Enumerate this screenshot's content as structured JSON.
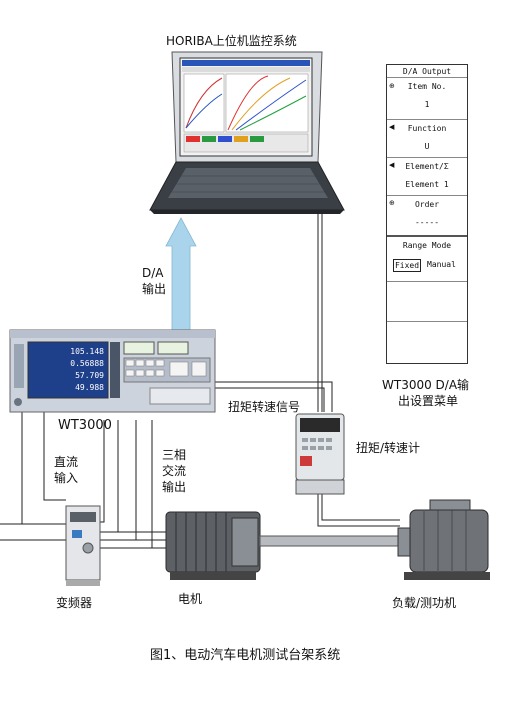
{
  "labels": {
    "pc_title": "HORIBA上位机监控系统",
    "da_line1": "D/A",
    "da_line2": "输出",
    "wt3000": "WT3000",
    "dc_line1": "直流",
    "dc_line2": "输入",
    "three_phase_line1": "三相",
    "three_phase_line2": "交流",
    "three_phase_line3": "输出",
    "torque_signal": "扭矩转速信号",
    "torque_meter": "扭矩/转速计",
    "inverter": "变频器",
    "motor": "电机",
    "load": "负载/测功机",
    "menu_caption_line1": "WT3000 D/A输",
    "menu_caption_line2": "出设置菜单",
    "figure_caption": "图1、电动汽车电机测试台架系统"
  },
  "da_menu": {
    "title": "D/A Output",
    "item_no_label": "Item No.",
    "item_no_value": "1",
    "function_label": "Function",
    "function_value": "U",
    "element_label": "Element/Σ",
    "element_value": "Element 1",
    "order_label": "Order",
    "order_value": "-----",
    "range_mode_label": "Range Mode",
    "range_fixed": "Fixed",
    "range_manual": "Manual"
  },
  "wt3000_readings": [
    "105.148",
    "0.56888",
    "57.709",
    "49.988"
  ],
  "colors": {
    "arrow_fill": "#a9d4ec",
    "line_color": "#222222",
    "device_gray": "#cdd3dc",
    "display_blue": "#1e3f8a"
  }
}
